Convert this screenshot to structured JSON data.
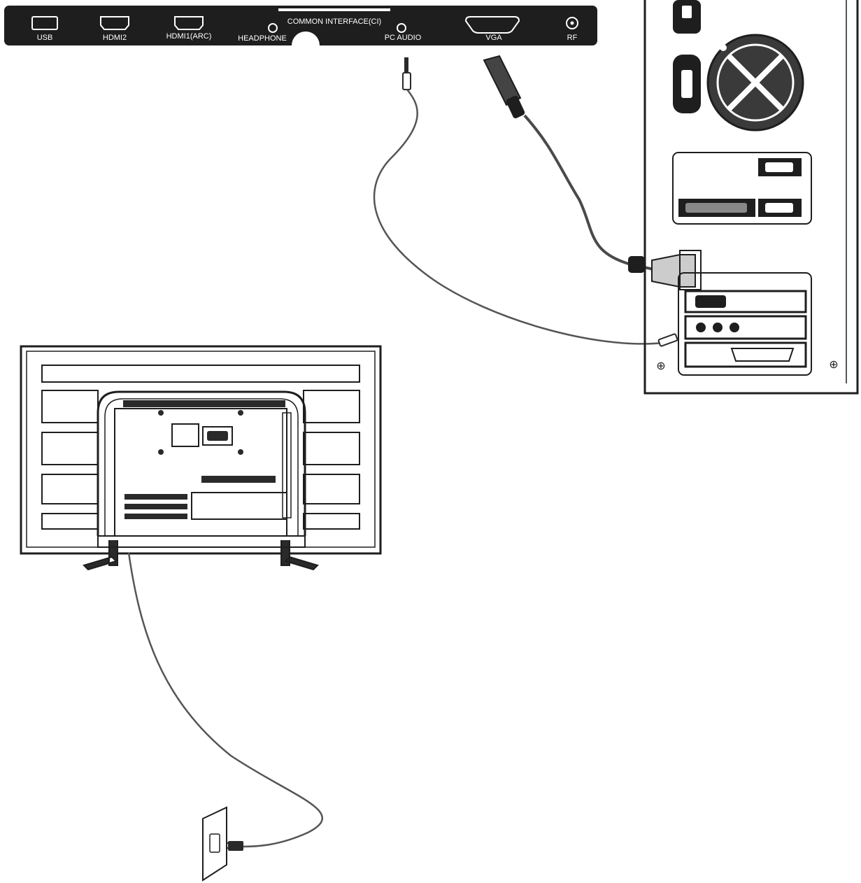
{
  "panel": {
    "labels": {
      "usb": "USB",
      "hdmi2": "HDMI2",
      "hdmi1": "HDMI1(ARC)",
      "headphone": "HEADPHONE",
      "common_interface": "COMMON INTERFACE(CI)",
      "pc_audio": "PC AUDIO",
      "vga": "VGA",
      "rf": "RF"
    }
  },
  "colors": {
    "panel": "#1e1e1e",
    "line": "#2a2a2a",
    "cable": "#555555",
    "background": "#ffffff"
  },
  "components": {
    "tv": "tv-rear-view",
    "pc": "pc-tower-rear",
    "outlet": "wall-outlet",
    "vga_cable": "vga-cable",
    "audio_cable": "audio-cable",
    "power_cable": "power-cable"
  }
}
